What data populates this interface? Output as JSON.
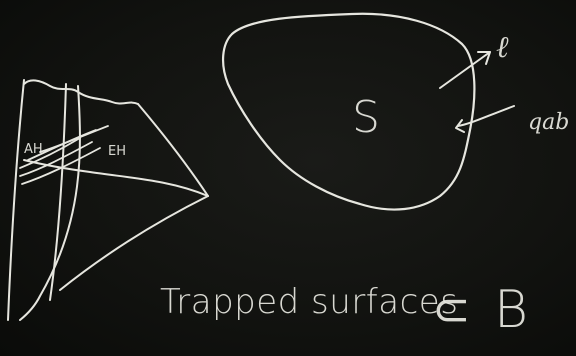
{
  "board": {
    "background_color": "#121310",
    "chalk_color": "#e6e6df"
  },
  "labels": {
    "surface": "S",
    "null_normal": "ℓ",
    "metric": "qab",
    "apparent_horizon": "AH",
    "event_horizon": "EH",
    "caption": "Trapped surfaces",
    "subset_symbol": "⊂",
    "set_name": "B"
  }
}
